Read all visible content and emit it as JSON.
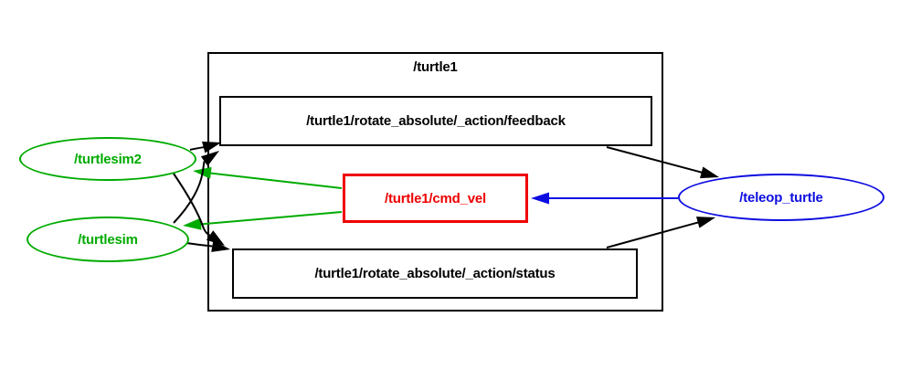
{
  "graph": {
    "background": "#ffffff",
    "group": {
      "label": "/turtle1"
    },
    "nodes": [
      {
        "id": "turtlesim2",
        "label": "/turtlesim2",
        "shape": "ellipse",
        "color": "#00ab00"
      },
      {
        "id": "turtlesim",
        "label": "/turtlesim",
        "shape": "ellipse",
        "color": "#00ab00"
      },
      {
        "id": "teleop_turtle",
        "label": "/teleop_turtle",
        "shape": "ellipse",
        "color": "#0d0de0"
      }
    ],
    "topics": [
      {
        "id": "feedback",
        "label": "/turtle1/rotate_absolute/_action/feedback",
        "shape": "rect",
        "color": "#000000"
      },
      {
        "id": "cmd_vel",
        "label": "/turtle1/cmd_vel",
        "shape": "rect",
        "color": "#ee0000"
      },
      {
        "id": "status",
        "label": "/turtle1/rotate_absolute/_action/status",
        "shape": "rect",
        "color": "#000000"
      }
    ],
    "edges": [
      {
        "from": "/teleop_turtle",
        "to": "/turtle1/cmd_vel",
        "color": "#0d0de0"
      },
      {
        "from": "/turtle1/cmd_vel",
        "to": "/turtlesim2",
        "color": "#00ab00"
      },
      {
        "from": "/turtle1/cmd_vel",
        "to": "/turtlesim",
        "color": "#00ab00"
      },
      {
        "from": "/turtlesim2",
        "to": "/turtle1/rotate_absolute/_action/feedback",
        "color": "#000000"
      },
      {
        "from": "/turtlesim",
        "to": "/turtle1/rotate_absolute/_action/feedback",
        "color": "#000000"
      },
      {
        "from": "/turtlesim2",
        "to": "/turtle1/rotate_absolute/_action/status",
        "color": "#000000"
      },
      {
        "from": "/turtlesim",
        "to": "/turtle1/rotate_absolute/_action/status",
        "color": "#000000"
      },
      {
        "from": "/turtle1/rotate_absolute/_action/feedback",
        "to": "/teleop_turtle",
        "color": "#000000"
      },
      {
        "from": "/turtle1/rotate_absolute/_action/status",
        "to": "/teleop_turtle",
        "color": "#000000"
      }
    ]
  }
}
